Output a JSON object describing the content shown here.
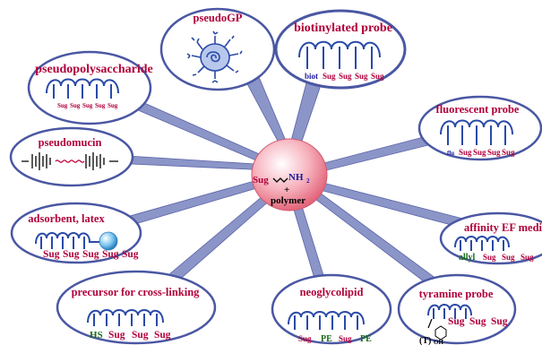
{
  "center": {
    "left": "Sug",
    "amine": "NH",
    "amine_sub": "2",
    "plus": "+",
    "polymer": "polymer"
  },
  "colors": {
    "title": "#b0003a",
    "blue": "#1c1c9c",
    "green": "#1c6a1c",
    "coil": "#2a4aa8"
  },
  "nodes": {
    "pseudogp": {
      "title": "pseudoGP"
    },
    "biotin": {
      "title": "biotinylated probe",
      "head": "biot",
      "sug": [
        "Sug",
        "Sug",
        "Sug",
        "Sug"
      ]
    },
    "pseudopoly": {
      "title": "pseudopolysaccharide",
      "sug": [
        "Sug",
        "Sug",
        "Sug",
        "Sug",
        "Sug"
      ]
    },
    "fluor": {
      "title": "fluorescent probe",
      "head": "flu",
      "sug": [
        "Sug",
        "Sug",
        "Sug",
        "Sug"
      ]
    },
    "pseudomucin": {
      "title": "pseudomucin"
    },
    "adsorbent": {
      "title": "adsorbent, latex",
      "sug": [
        "Sug",
        "Sug",
        "Sug",
        "Sug",
        "Sug"
      ]
    },
    "affinity": {
      "title": "affinity EF media",
      "head": "allyl",
      "sug": [
        "Sug",
        "Sug",
        "Sug"
      ]
    },
    "crosslink": {
      "title": "precursor for cross-linking",
      "head": "HS",
      "sug": [
        "Sug",
        "Sug",
        "Sug"
      ]
    },
    "neogly": {
      "title": "neoglycolipid",
      "sug": [
        "Sug",
        "PE",
        "Sug",
        "PE"
      ]
    },
    "tyramine": {
      "title": "tyramine probe",
      "sug": [
        "Sug",
        "Sug",
        "Sug"
      ],
      "tail": "(T)",
      "tail_sub": "OH"
    }
  }
}
